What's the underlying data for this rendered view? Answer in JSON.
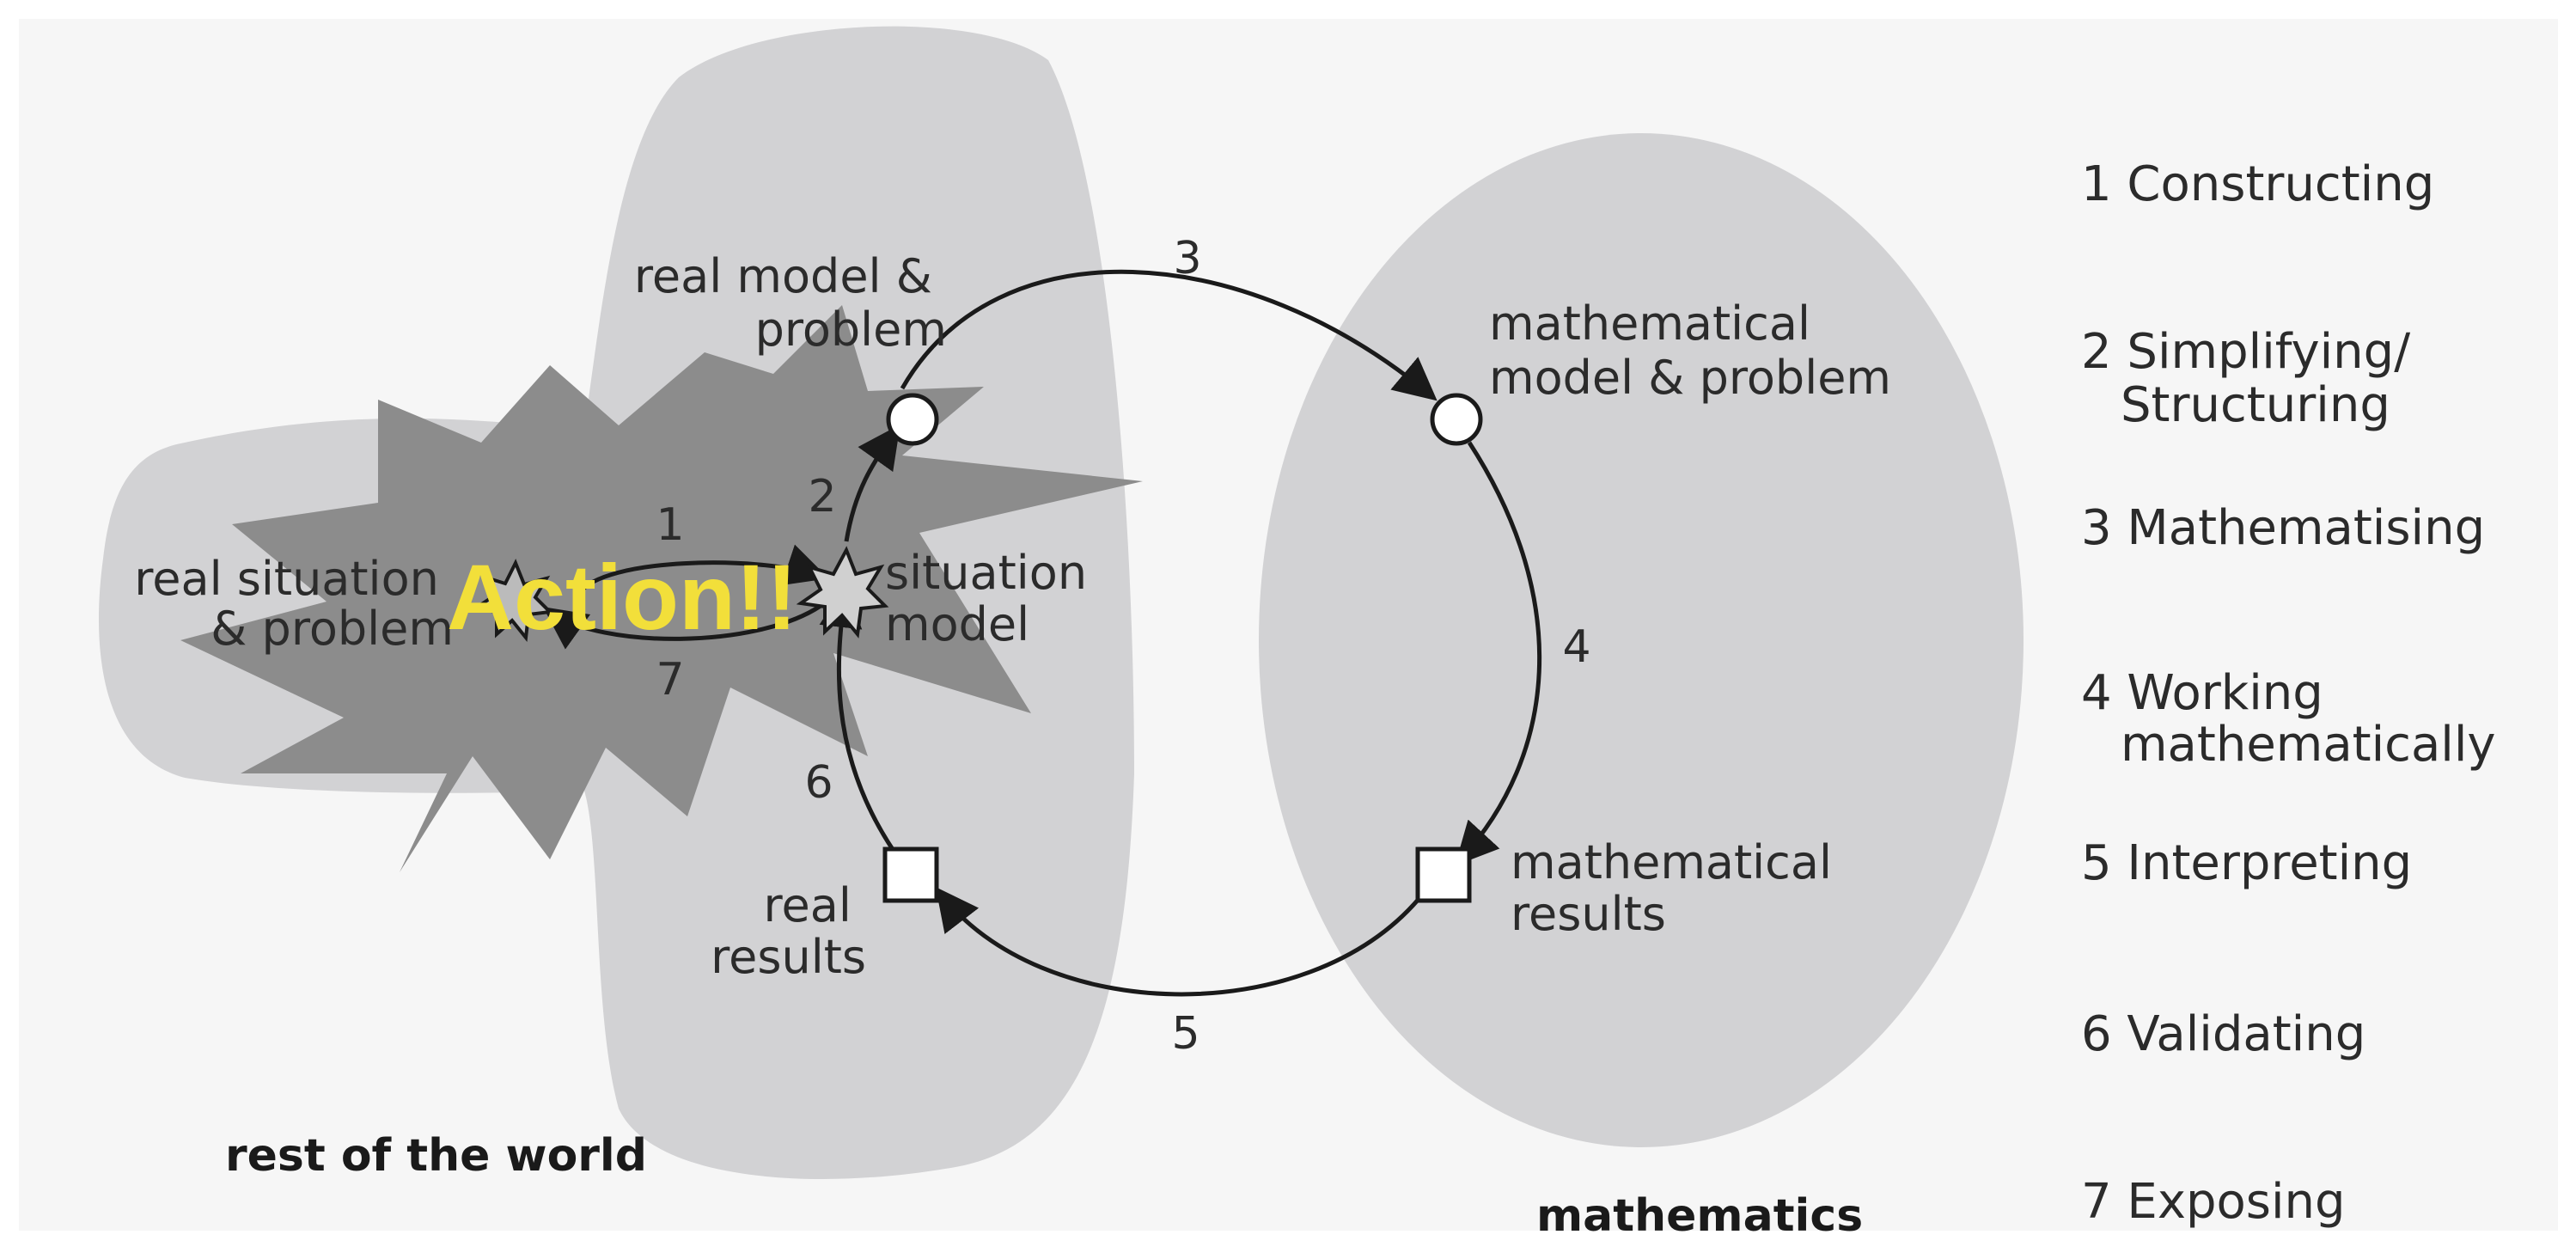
{
  "regions": {
    "world_label": "rest of the world",
    "math_label": "mathematics"
  },
  "nodes": {
    "real_situation": [
      "real situation",
      "& problem"
    ],
    "situation_model": [
      "situation",
      "model"
    ],
    "real_model": [
      "real model &",
      "problem"
    ],
    "math_model": [
      "mathematical",
      "model & problem"
    ],
    "math_results": [
      "mathematical",
      "results"
    ],
    "real_results": [
      "real",
      "results"
    ]
  },
  "action_text": "Action!!",
  "arc_numbers": {
    "n1": "1",
    "n2": "2",
    "n3": "3",
    "n4": "4",
    "n5": "5",
    "n6": "6",
    "n7": "7"
  },
  "steps": [
    [
      "1 Constructing"
    ],
    [
      "2 Simplifying/",
      "Structuring"
    ],
    [
      "3 Mathematising"
    ],
    [
      "4 Working",
      "mathematically"
    ],
    [
      "5 Interpreting"
    ],
    [
      "6 Validating"
    ],
    [
      "7 Exposing"
    ]
  ],
  "colors": {
    "background": "#f6f6f6",
    "region": "#d2d2d4",
    "burst": "#8c8c8c",
    "action": "#f2df3a",
    "stroke": "#1a1a1a"
  }
}
